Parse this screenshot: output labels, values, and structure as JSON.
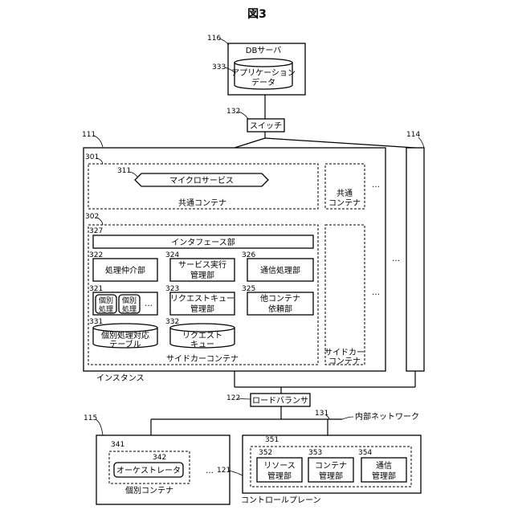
{
  "figure_title": "図3",
  "db_server": {
    "num": "116",
    "label": "DBサーバ"
  },
  "app_data": {
    "num": "333",
    "line1": "アプリケーション",
    "line2": "データ"
  },
  "switch": {
    "num": "132",
    "label": "スイッチ"
  },
  "instance": {
    "num": "111",
    "label": "インスタンス"
  },
  "instance2": {
    "num": "114"
  },
  "common_container": {
    "num": "301",
    "label": "共通コンテナ"
  },
  "microservice": {
    "num": "311",
    "label": "マイクロサービス"
  },
  "common_container_small": {
    "line1": "共通",
    "line2": "コンテナ"
  },
  "sidecar": {
    "num": "302",
    "label": "サイドカーコンテナ"
  },
  "sidecar_small": {
    "line1": "サイドカー",
    "line2": "コンテナ"
  },
  "interface": {
    "num": "327",
    "label": "インタフェース部"
  },
  "proc_broker": {
    "num": "322",
    "label": "処理仲介部"
  },
  "service_exec": {
    "num": "324",
    "line1": "サービス実行",
    "line2": "管理部"
  },
  "comm_proc": {
    "num": "326",
    "label": "通信処理部"
  },
  "indiv_proc": {
    "num": "321",
    "line1": "個別",
    "line2": "処理"
  },
  "request_queue_mgr": {
    "num": "323",
    "line1": "リクエストキュー",
    "line2": "管理部"
  },
  "other_container": {
    "num": "325",
    "line1": "他コンテナ",
    "line2": "依頼部"
  },
  "indiv_table": {
    "num": "331",
    "line1": "個別処理対応",
    "line2": "テーブル"
  },
  "request_queue": {
    "num": "332",
    "line1": "リクエスト",
    "line2": "キュー"
  },
  "load_balancer": {
    "num": "122",
    "label": "ロードバランサ"
  },
  "internal_network": {
    "num": "131",
    "label": "内部ネットワーク"
  },
  "node115": {
    "num": "115"
  },
  "indiv_container": {
    "num": "341",
    "label": "個別コンテナ"
  },
  "orchestrator": {
    "num": "342",
    "label": "オーケストレータ"
  },
  "control_plane": {
    "num": "121",
    "label": "コントロールプレーン",
    "group_num": "351"
  },
  "resource_mgr": {
    "num": "352",
    "line1": "リソース",
    "line2": "管理部"
  },
  "container_mgr": {
    "num": "353",
    "line1": "コンテナ",
    "line2": "管理部"
  },
  "comm_mgr": {
    "num": "354",
    "line1": "通信",
    "line2": "管理部"
  },
  "ellipsis": "…"
}
